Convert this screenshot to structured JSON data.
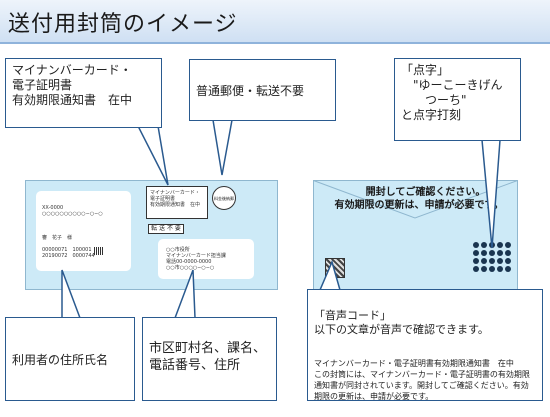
{
  "title": "送付用封筒のイメージ",
  "callouts": {
    "card_info": "マイナンバーカード・\n電子証明書\n有効期限通知書　在中",
    "postal": "普通郵便・転送不要",
    "braille": "「点字」\n　\"ゆーこーきげん\n　　つーち\"\nと点字打刻",
    "user_address": "利用者の住所氏名",
    "city_office": "市区町村名、課名、\n電話番号、住所",
    "voice_code_title": "「音声コード」\n以下の文章が音声で確認できます。",
    "voice_code_text": "マイナンバーカード・電子証明書有効期限通知書　在中\nこの封筒には、マイナンバーカード・電子証明書の有効期限通知書が同封されています。開封してご確認ください。有効期限の更新は、申請が必要です。"
  },
  "front_envelope": {
    "recipient_block": "XX-0000\n○○○○○○○○○○−○−○\n\n\n\n審　花子　様\n\n00000071　100001\n20190072　0000744",
    "stamp_text": "マイナンバーカード・\n電子証明書\n有効期限通知書　在中",
    "forward_label": "転 送 不 要",
    "postage_mark": "料金後納郵便",
    "sender_block": "○○市役所\nマイナンバーカード担当課\n電話00-0000-0000\n○○市○○○○−○−○"
  },
  "back_envelope": {
    "line1": "開封してご確認ください。",
    "line2": "有効期限の更新は、申請が必要です。"
  },
  "colors": {
    "envelope": "#cdeaf7",
    "callout_border": "#2a5a8f",
    "title_band": "#cfe0f3"
  }
}
